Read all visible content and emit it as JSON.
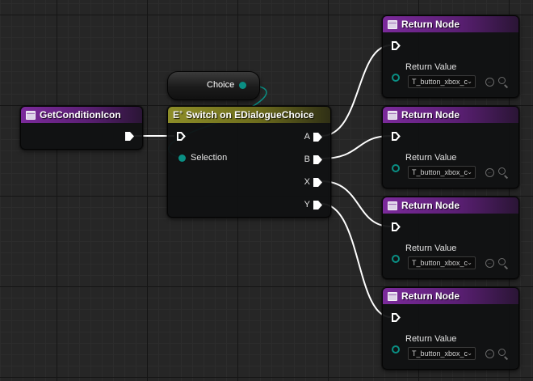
{
  "colors": {
    "function_header": "#7b2a9b",
    "switch_header": "#8d8d28",
    "exec_wire": "#ffffff",
    "data_pin": "#0a8f84"
  },
  "get_condition_node": {
    "title": "GetConditionIcon",
    "icon": "function-icon"
  },
  "choice_node": {
    "label": "Choice"
  },
  "switch_node": {
    "title": "Switch on EDialogueChoice",
    "icon": "enum-icon",
    "icon_glyph": "E",
    "input_label": "Selection",
    "outputs": [
      "A",
      "B",
      "X",
      "Y"
    ]
  },
  "return_nodes": [
    {
      "title": "Return Node",
      "label": "Return Value",
      "value": "T_button_xbox_c"
    },
    {
      "title": "Return Node",
      "label": "Return Value",
      "value": "T_button_xbox_c"
    },
    {
      "title": "Return Node",
      "label": "Return Value",
      "value": "T_button_xbox_c"
    },
    {
      "title": "Return Node",
      "label": "Return Value",
      "value": "T_button_xbox_c"
    }
  ],
  "icons": {
    "combo_arrow": "chevron-down-icon",
    "browse": "arrow-left-circle-icon",
    "search": "magnifier-icon"
  }
}
